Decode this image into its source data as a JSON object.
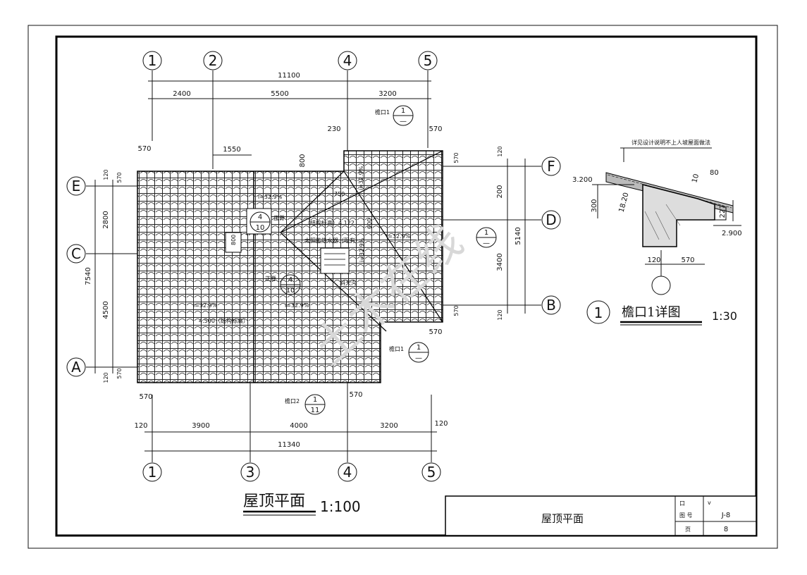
{
  "plan": {
    "axes_top": [
      "1",
      "2",
      "4",
      "5"
    ],
    "axes_bottom": [
      "1",
      "3",
      "4",
      "5"
    ],
    "axes_left": [
      "E",
      "C",
      "A"
    ],
    "axes_right": [
      "F",
      "D",
      "B"
    ],
    "dims_top": {
      "overall": "11100",
      "seg1": "2400",
      "seg2": "5500",
      "seg3": "3200"
    },
    "dims_top_misc": {
      "d230": "230",
      "d570a": "570",
      "d570b": "570",
      "d1550": "1550",
      "d800": "800"
    },
    "dims_bottom": {
      "overall": "11340",
      "seg1": "3900",
      "seg2": "4000",
      "seg3": "3200",
      "end_left": "120",
      "end_right": "120"
    },
    "dims_bottom_misc": {
      "d570a": "570",
      "d570b": "570",
      "d570c": "570"
    },
    "dims_left": {
      "overall": "7540",
      "seg1": "2800",
      "seg2": "4500",
      "e120a": "120",
      "e120b": "120",
      "e570a": "570",
      "e570b": "570"
    },
    "dims_right": {
      "seg1": "200",
      "seg2": "3400",
      "overall": "5140",
      "e120a": "120",
      "e120b": "120",
      "e570a": "570",
      "e570b": "570"
    },
    "notes": {
      "slope1": "i=32.9%",
      "slope2": "i=32.9%",
      "slope3": "i=32.9%",
      "slope4": "i=32.9%",
      "slope5": "i=32.9%",
      "slope6": "i=32.9%",
      "elev1": "（结构标高）4.122",
      "elev2": "4.500（结构标高）",
      "solar": "太阳能热水器（现有）",
      "ridge1": "正脊",
      "ridge2": "正脊",
      "gutter": "斜天沟",
      "d750": "750",
      "d600": "600",
      "d800": "800"
    },
    "refs": {
      "eave1_top": {
        "label": "檐口1",
        "num": "1",
        "sheet": "—"
      },
      "eave1_right": {
        "label": "檐口1",
        "num": "1",
        "sheet": "—"
      },
      "eave2": {
        "label": "檐口2",
        "num": "1",
        "sheet": "11"
      },
      "ridge_a": {
        "num": "4",
        "sheet": "10"
      },
      "ridge_b": {
        "num": "4",
        "sheet": "10"
      },
      "right_mid": {
        "num": "1",
        "sheet": "—"
      }
    },
    "title": "屋顶平面",
    "scale": "1:100"
  },
  "watermark": "土木在线",
  "detail": {
    "note": "详见设计说明不上人坡屋面做法",
    "elev_top": "3.200",
    "elev_bottom": "2.900",
    "d300": "300",
    "d18": "18.20",
    "d80": "80",
    "d10": "10",
    "d227": "227",
    "d120": "120",
    "d570": "570",
    "num": "1",
    "title": "檐口1详图",
    "scale": "1:30"
  },
  "titleblock": {
    "drawing_name": "屋顶平面",
    "label_box": "口",
    "label_no": "图 号",
    "label_page": "页",
    "tick": "v",
    "no": "J-8",
    "page": "8"
  }
}
